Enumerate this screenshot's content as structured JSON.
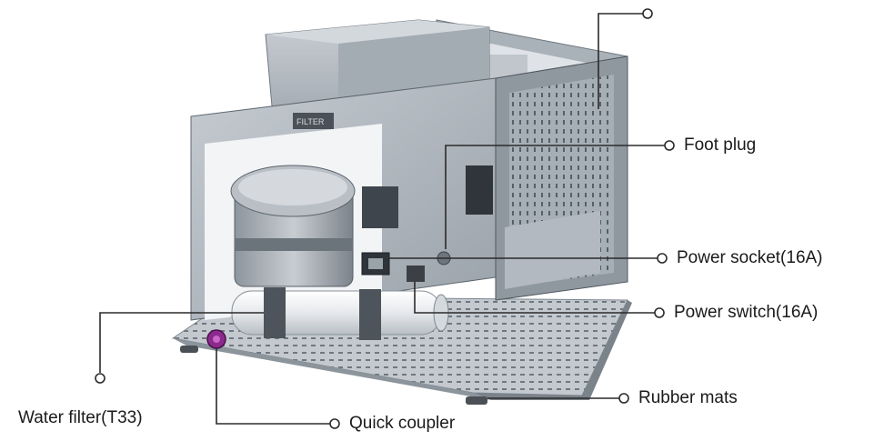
{
  "callouts": [
    {
      "id": "foot-plug",
      "label": "Foot plug"
    },
    {
      "id": "power-socket",
      "label": "Power socket(16A)"
    },
    {
      "id": "power-switch",
      "label": "Power switch(16A)"
    },
    {
      "id": "rubber-mats",
      "label": "Rubber mats"
    },
    {
      "id": "water-filter",
      "label": "Water filter(T33)"
    },
    {
      "id": "quick-coupler",
      "label": "Quick coupler"
    }
  ],
  "colors": {
    "frame": "#9aa3ab",
    "frame_dark": "#5a636b",
    "panel": "#b7bec5",
    "filter": "#eef0f2",
    "coupler": "#8b2a8c",
    "leader": "#2b2b2b"
  },
  "filter_tag": "FILTER"
}
